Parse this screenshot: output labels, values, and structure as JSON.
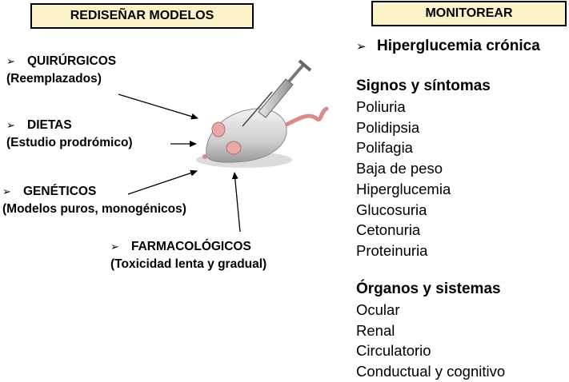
{
  "left_header": "REDISEÑAR MODELOS",
  "right_header": "MONITOREAR",
  "models": [
    {
      "label": "QUIRÚRGICOS",
      "detail": "(Reemplazados)"
    },
    {
      "label": "DIETAS",
      "detail": "(Estudio prodrómico)"
    },
    {
      "label": "GENÉTICOS",
      "detail": "(Modelos puros, monogénicos)"
    },
    {
      "label": "FARMACOLÓGICOS",
      "detail": "(Toxicidad lenta y gradual)"
    }
  ],
  "headline": "Hiperglucemia crónica",
  "signs": {
    "title": "Signos y síntomas",
    "items": [
      "Poliuria",
      "Polidipsia",
      "Polifagia",
      "Baja de peso",
      "Hiperglucemia",
      "Glucosuria",
      "Cetonuria",
      "Proteinuria"
    ]
  },
  "organs": {
    "title": "Órganos y sistemas",
    "items": [
      "Ocular",
      "Renal",
      "Circulatorio",
      "Conductual y cognitivo"
    ]
  },
  "bullet": "➢"
}
